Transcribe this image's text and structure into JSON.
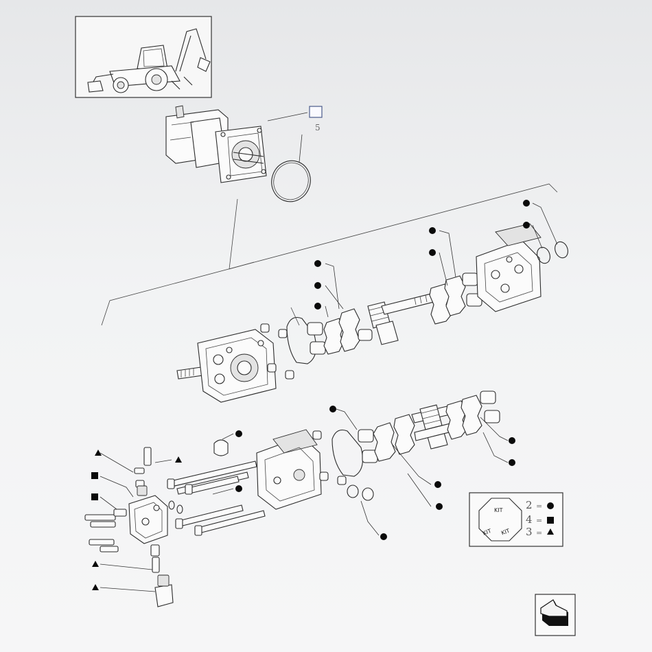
{
  "callout": {
    "ref_number": "5"
  },
  "kit_legend": {
    "badge_text": [
      "KIT",
      "KIT",
      "KIT"
    ],
    "entries": [
      {
        "number": "2",
        "equals": "=",
        "symbol": "circle"
      },
      {
        "number": "4",
        "equals": "=",
        "symbol": "square"
      },
      {
        "number": "3",
        "equals": "=",
        "symbol": "triangle"
      }
    ]
  },
  "icons": {
    "thumbnail": "backhoe-loader-icon",
    "nav": "previous-page-arrow-icon"
  },
  "colors": {
    "ink": "#1e1e1e",
    "marker": "#0a0a0a",
    "highlight_box": "#4a5a8a"
  }
}
